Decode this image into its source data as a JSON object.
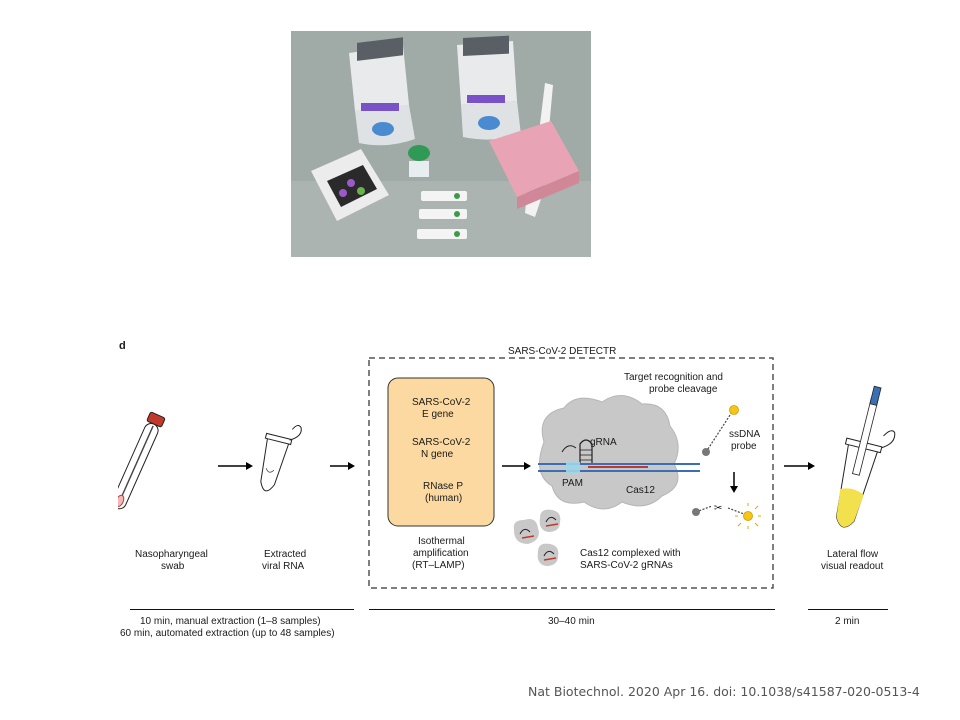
{
  "photo": {
    "description": "",
    "colors": {
      "background": "#9fa9a6"
    }
  },
  "diagram": {
    "panel_letter": "d",
    "box_title": "SARS-CoV-2 DETECTR",
    "steps": [
      {
        "label_line1": "Nasopharyngeal",
        "label_line2": "swab"
      },
      {
        "label_line1": "Extracted",
        "label_line2": "viral RNA"
      },
      {
        "label_line1": "Lateral flow",
        "label_line2": "visual readout"
      }
    ],
    "targets": [
      {
        "line1": "SARS-CoV-2",
        "line2": "E gene"
      },
      {
        "line1": "SARS-CoV-2",
        "line2": "N gene"
      },
      {
        "line1": "RNase P",
        "line2": "(human)"
      }
    ],
    "amplification": {
      "line1": "Isothermal",
      "line2": "amplification",
      "line3": "(RT–LAMP)"
    },
    "recognition": {
      "line1": "Target recognition and",
      "line2": "probe cleavage"
    },
    "grna_label": "gRNA",
    "pam_label": "PAM",
    "cas12_label": "Cas12",
    "probe": {
      "line1": "ssDNA",
      "line2": "probe"
    },
    "complex": {
      "line1": "Cas12 complexed with",
      "line2": "SARS-CoV-2 gRNAs"
    },
    "timeline": {
      "extraction_line1": "10 min, manual extraction (1–8 samples)",
      "extraction_line2": "60 min, automated extraction (up to 48 samples)",
      "detection": "30–40 min",
      "readout": "2 min"
    },
    "colors": {
      "amplification_fill": "#fbd9a0",
      "cap_red": "#c0392b",
      "cas12_gray": "#c8c8c8",
      "dna_blue": "#3a6fb6",
      "rna_red": "#c0392b",
      "fluor_yellow": "#f5c518",
      "readout_yellow": "#f3e04d"
    }
  },
  "citation": "Nat Biotechnol. 2020 Apr 16. doi: 10.1038/s41587-020-0513-4"
}
